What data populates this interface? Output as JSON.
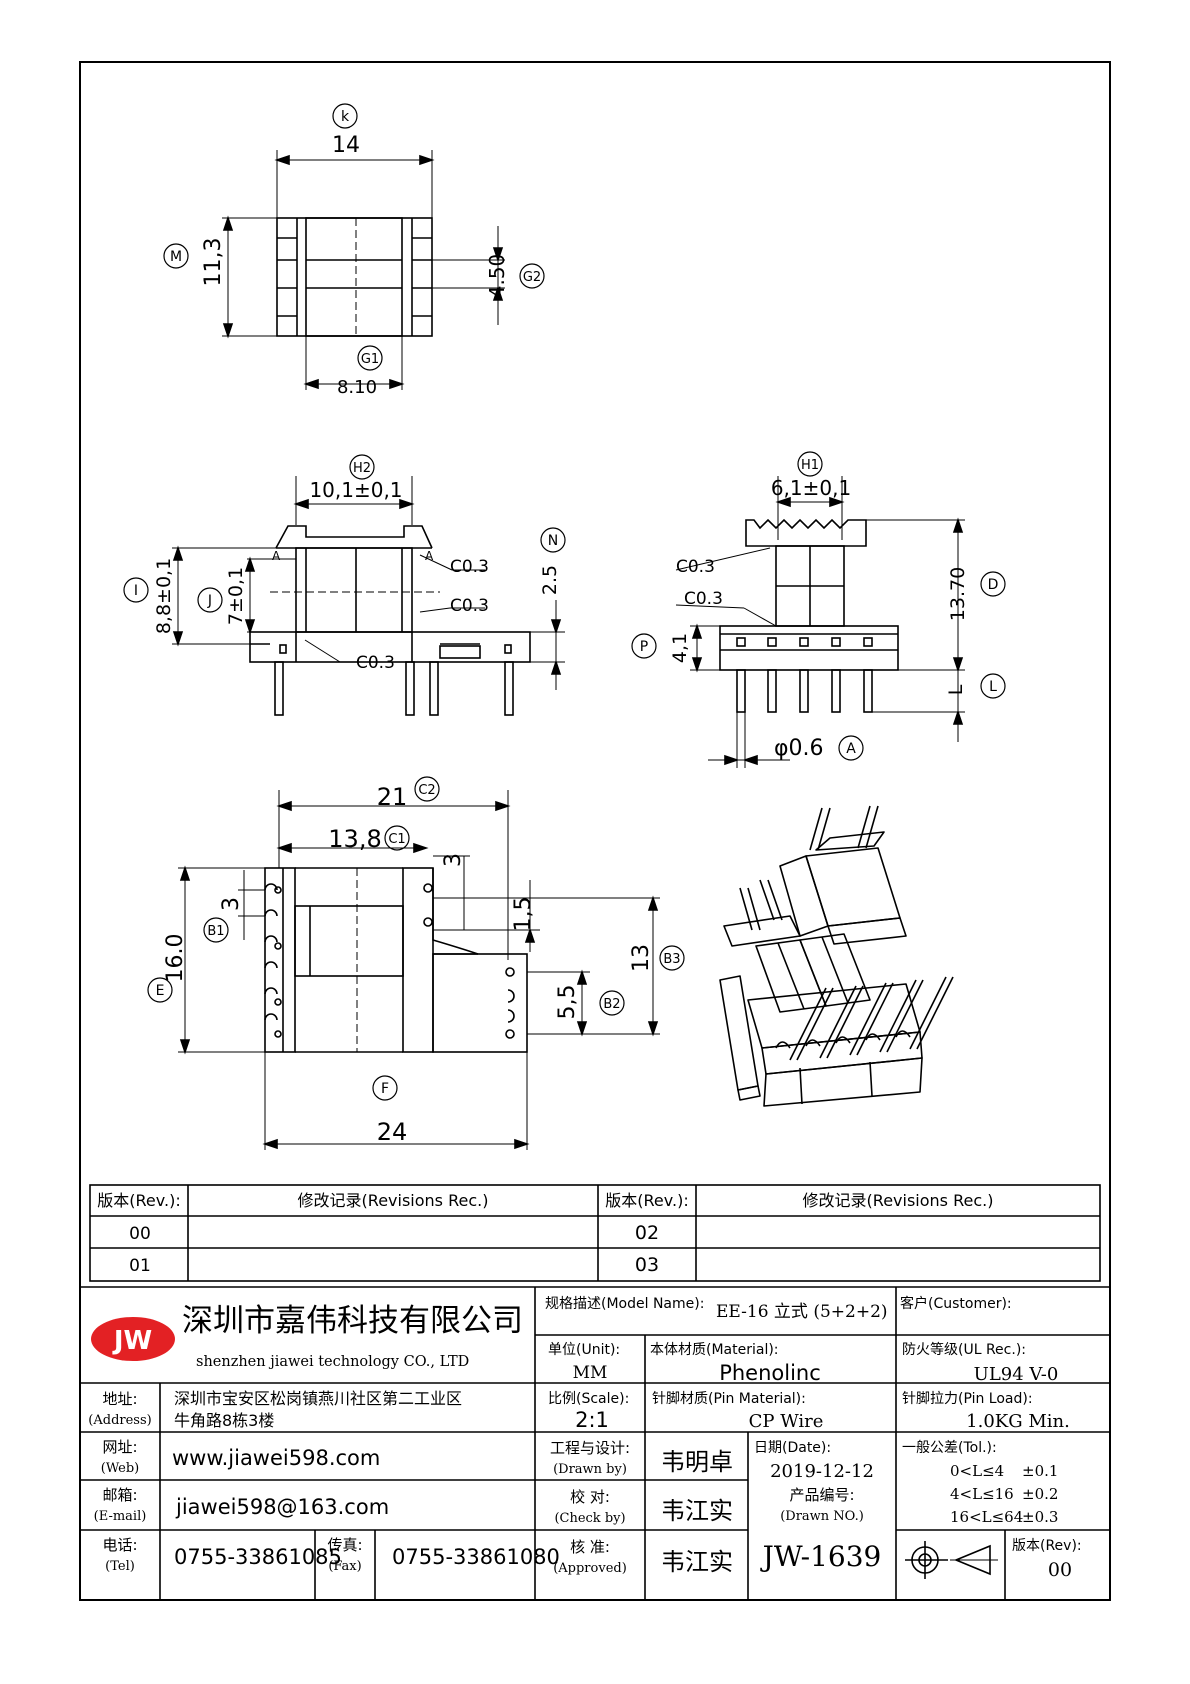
{
  "drawing": {
    "top_view": {
      "width": "14",
      "width_tag": "k",
      "height": "11,3",
      "height_tag": "M",
      "slot": "4.50",
      "slot_tag": "G2",
      "base": "8.10",
      "base_tag": "G1"
    },
    "front_view": {
      "flange": "10,1±0,1",
      "flange_tag": "H2",
      "overall_h": "8,8±0,1",
      "overall_tag": "I",
      "inner_h": "7±0,1",
      "inner_tag": "J",
      "chamfer1": "C0.3",
      "chamfer2": "C0.3",
      "chamfer3": "C0.3",
      "pin_len": "2.5",
      "pin_len_tag": "N",
      "a_mark": "A"
    },
    "side_view": {
      "core": "6,1±0,1",
      "core_tag": "H1",
      "chamfer1": "C0.3",
      "chamfer2": "C0.3",
      "height": "13.70",
      "height_tag": "D",
      "base_h": "4,1",
      "base_tag": "P",
      "pin_l": "L",
      "pin_l_tag": "L",
      "pin_dia": "φ0.6",
      "pin_dia_tag": "A"
    },
    "bottom_view": {
      "total_w": "21",
      "total_tag": "C2",
      "inner_w": "13,8",
      "inner_tag": "C1",
      "pitch": "3",
      "pitch_tag": "B1",
      "depth": "16.0",
      "depth_tag": "E",
      "gap": "1,5",
      "gap2": "3",
      "height13": "13",
      "height13_tag": "B3",
      "pitch2": "5,5",
      "pitch2_tag": "B2",
      "overall": "24",
      "overall_tag": "F"
    }
  },
  "revisions": {
    "header": [
      "版本(Rev.):",
      "修改记录(Revisions Rec.)",
      "版本(Rev.):",
      "修改记录(Revisions Rec.)"
    ],
    "rows": [
      [
        "00",
        "",
        "02",
        ""
      ],
      [
        "01",
        "",
        "03",
        ""
      ]
    ]
  },
  "title_block": {
    "logo": "JW",
    "company_cn": "深圳市嘉伟科技有限公司",
    "company_en": "shenzhen  jiawei  technology  CO., LTD",
    "address_label": "地址:",
    "address_label_en": "(Address)",
    "address_line1": "深圳市宝安区松岗镇燕川社区第二工业区",
    "address_line2": "牛角路8栋3楼",
    "web_label": "网址:",
    "web_label_en": "(Web)",
    "web": "www.jiawei598.com",
    "email_label": "邮箱:",
    "email_label_en": "(E-mail)",
    "email": "jiawei598@163.com",
    "tel_label": "电话:",
    "tel_label_en": "(Tel)",
    "tel": "0755-33861085",
    "fax_label": "传真:",
    "fax_label_en": "(Fax)",
    "fax": "0755-33861080",
    "model_label": "规格描述(Model Name):",
    "model": "EE-16 立式 (5+2+2)",
    "customer_label": "客户(Customer):",
    "customer": "",
    "unit_label": "单位(Unit):",
    "unit": "MM",
    "material_label": "本体材质(Material):",
    "material": "Phenolinc",
    "ul_label": "防火等级(UL Rec.):",
    "ul": "UL94 V-0",
    "scale_label": "比例(Scale):",
    "scale": "2:1",
    "pin_material_label": "针脚材质(Pin Material):",
    "pin_material": "CP Wire",
    "pin_load_label": "针脚拉力(Pin Load):",
    "pin_load": "1.0KG Min.",
    "drawn_label": "工程与设计:",
    "drawn_label_en": "(Drawn by)",
    "drawn": "韦明卓",
    "date_label": "日期(Date):",
    "date": "2019-12-12",
    "tol_label": "一般公差(Tol.):",
    "tol1_range": "0<L≤4",
    "tol1": "±0.1",
    "tol2_range": "4<L≤16",
    "tol2": "±0.2",
    "tol3_range": "16<L≤64",
    "tol3": "±0.3",
    "check_label": "校  对:",
    "check_label_en": "(Check by)",
    "check": "韦江实",
    "drawno_label": "产品编号:",
    "drawno_label_en": "(Drawn NO.)",
    "drawno": "JW-1639",
    "approve_label": "核  准:",
    "approve_label_en": "(Approved)",
    "approve": "韦江实",
    "rev_label": "版本(Rev):",
    "rev": "00"
  }
}
